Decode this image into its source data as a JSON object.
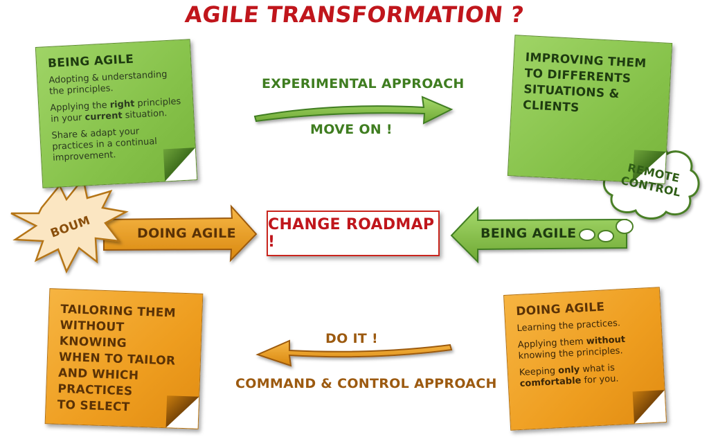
{
  "title": "AGILE TRANSFORMATION ?",
  "notes": {
    "being_agile": {
      "title": "BEING AGILE",
      "line1": "Adopting & understanding the principles.",
      "line2_a": "Applying the ",
      "line2_b": "right",
      "line2_c": " principles in your ",
      "line2_d": "current",
      "line2_e": " situation.",
      "line3": "Share & adapt your practices in a continual improvement."
    },
    "improving": {
      "text": "IMPROVING THEM\nTO DIFFERENTS\nSITUATIONS & CLIENTS"
    },
    "tailoring": {
      "text": "TAILORING THEM\nWITHOUT KNOWING\nWHEN TO TAILOR\nAND WHICH PRACTICES\nTO SELECT"
    },
    "doing_agile": {
      "title": "DOING AGILE",
      "line1": "Learning the practices.",
      "line2_a": "Applying them ",
      "line2_b": "without",
      "line2_c": " knowing the principles.",
      "line3_a": "Keeping ",
      "line3_b": "only",
      "line3_c": " what is ",
      "line3_d": "comfortable",
      "line3_e": " for you."
    }
  },
  "arrows": {
    "top_label": "EXPERIMENTAL APPROACH",
    "top_sub": "MOVE ON !",
    "bottom_label": "DO IT !",
    "bottom_sub": "COMMAND & CONTROL APPROACH",
    "left_arrow": "DOING AGILE",
    "right_arrow": "BEING AGILE"
  },
  "center": "CHANGE ROADMAP !",
  "burst": "BOUM",
  "cloud": "REMOTE\nCONTROL",
  "colors": {
    "green": "#86c24a",
    "orange": "#ee9d1f",
    "red": "#c0161c"
  }
}
